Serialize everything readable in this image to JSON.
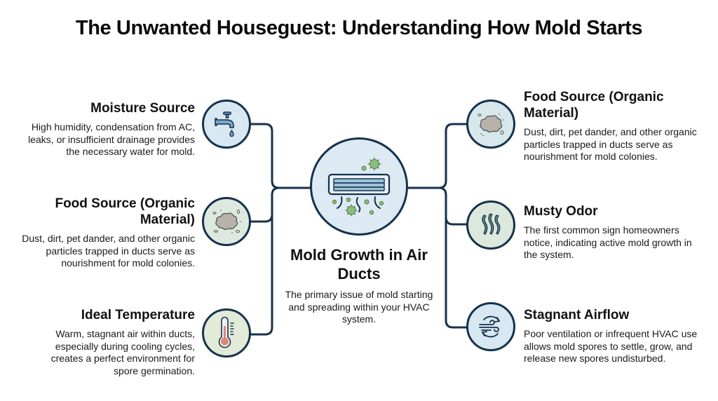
{
  "title": "The Unwanted Houseguest: Understanding How Mold Starts",
  "colors": {
    "line": "#16324d",
    "blue_fill": "#dbe9f3",
    "green_fill": "#dfe9df",
    "sage_fill": "#e4ecdc",
    "spore_green": "#8cc07a"
  },
  "center": {
    "icon": "air-conditioner-with-mold-spores-icon",
    "title": "Mold Growth in Air Ducts",
    "description": "The primary issue of mold starting and spreading within your HVAC system."
  },
  "left": [
    {
      "icon": "faucet-icon",
      "title": "Moisture Source",
      "description": "High humidity, condensation from AC, leaks, or insufficient drainage provides the necessary water for mold."
    },
    {
      "icon": "dust-cloud-icon",
      "title": "Food Source (Organic Material)",
      "description": "Dust, dirt, pet dander, and other organic particles trapped in ducts serve as nourishment for mold colonies."
    },
    {
      "icon": "thermometer-icon",
      "title": "Ideal Temperature",
      "description": "Warm, stagnant air within ducts, especially during cooling cycles, creates a perfect environment for spore germination."
    }
  ],
  "right": [
    {
      "icon": "dust-cloud-icon",
      "title": "Food Source (Organic Material)",
      "description": "Dust, dirt, pet dander, and other organic particles trapped in ducts serve as nourishment for mold colonies."
    },
    {
      "icon": "odor-waves-icon",
      "title": "Musty Odor",
      "description": "The first common sign homeowners notice, indicating active mold growth in the system."
    },
    {
      "icon": "airflow-cycle-icon",
      "title": "Stagnant Airflow",
      "description": "Poor ventilation or infrequent HVAC use allows mold spores to settle, grow, and release new spores undisturbed."
    }
  ]
}
